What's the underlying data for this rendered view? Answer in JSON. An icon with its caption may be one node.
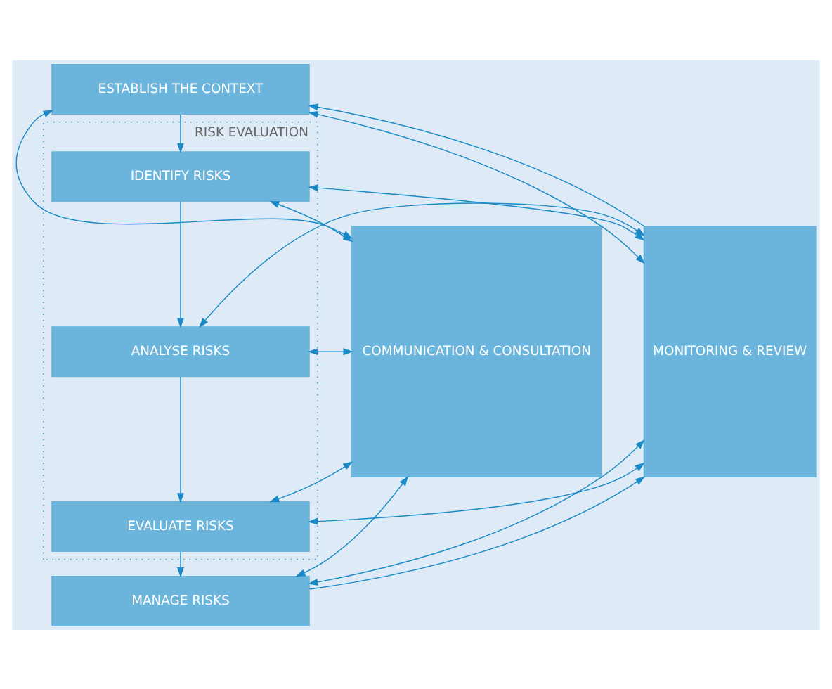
{
  "diagram": {
    "nodes": [
      {
        "text": [
          "COMMUNICATION & CONSULTATION"
        ]
      },
      {
        "text": [
          "ESTABLISH THE CONTEXT"
        ]
      },
      {
        "text": [
          "RISK EVALUATION"
        ]
      },
      {
        "text": [
          "IDENTIFY RISKS"
        ],
        "in": 2
      },
      {
        "text": [
          "ANALYSE RISKS"
        ],
        "in": 2
      },
      {
        "text": [
          "EVALUATE RISKS"
        ],
        "in": 2
      },
      {
        "text": [
          "MANAGE RISKS"
        ]
      },
      {
        "text": [
          "MONITORING & REVIEW"
        ]
      }
    ],
    "edges": [
      {
        "from": 0,
        "to": 1,
        "arrow": "both"
      },
      {
        "from": 0,
        "to": 3,
        "arrow": "both"
      },
      {
        "from": 0,
        "to": 4,
        "arrow": "both"
      },
      {
        "from": 0,
        "to": 5,
        "arrow": "both"
      },
      {
        "from": 0,
        "to": 6,
        "arrow": "both"
      },
      {
        "from": 1,
        "to": 7,
        "arrow": "both"
      },
      {
        "from": 3,
        "to": 7,
        "arrow": "both"
      },
      {
        "from": 4,
        "to": 7,
        "arrow": "both"
      },
      {
        "from": 5,
        "to": 7,
        "arrow": "both"
      },
      {
        "from": 6,
        "to": 7,
        "arrow": "both"
      },
      {
        "from": 1,
        "to": 3,
        "arrow": "to"
      },
      {
        "from": 3,
        "to": 4,
        "arrow": "to"
      },
      {
        "from": 4,
        "to": 5,
        "arrow": "to"
      },
      {
        "from": 5,
        "to": 6,
        "arrow": "to"
      },
      {
        "from": 7,
        "to": 1,
        "arrow": "to"
      },
      {
        "from": 6,
        "to": 7,
        "arrow": "to"
      }
    ]
  }
}
